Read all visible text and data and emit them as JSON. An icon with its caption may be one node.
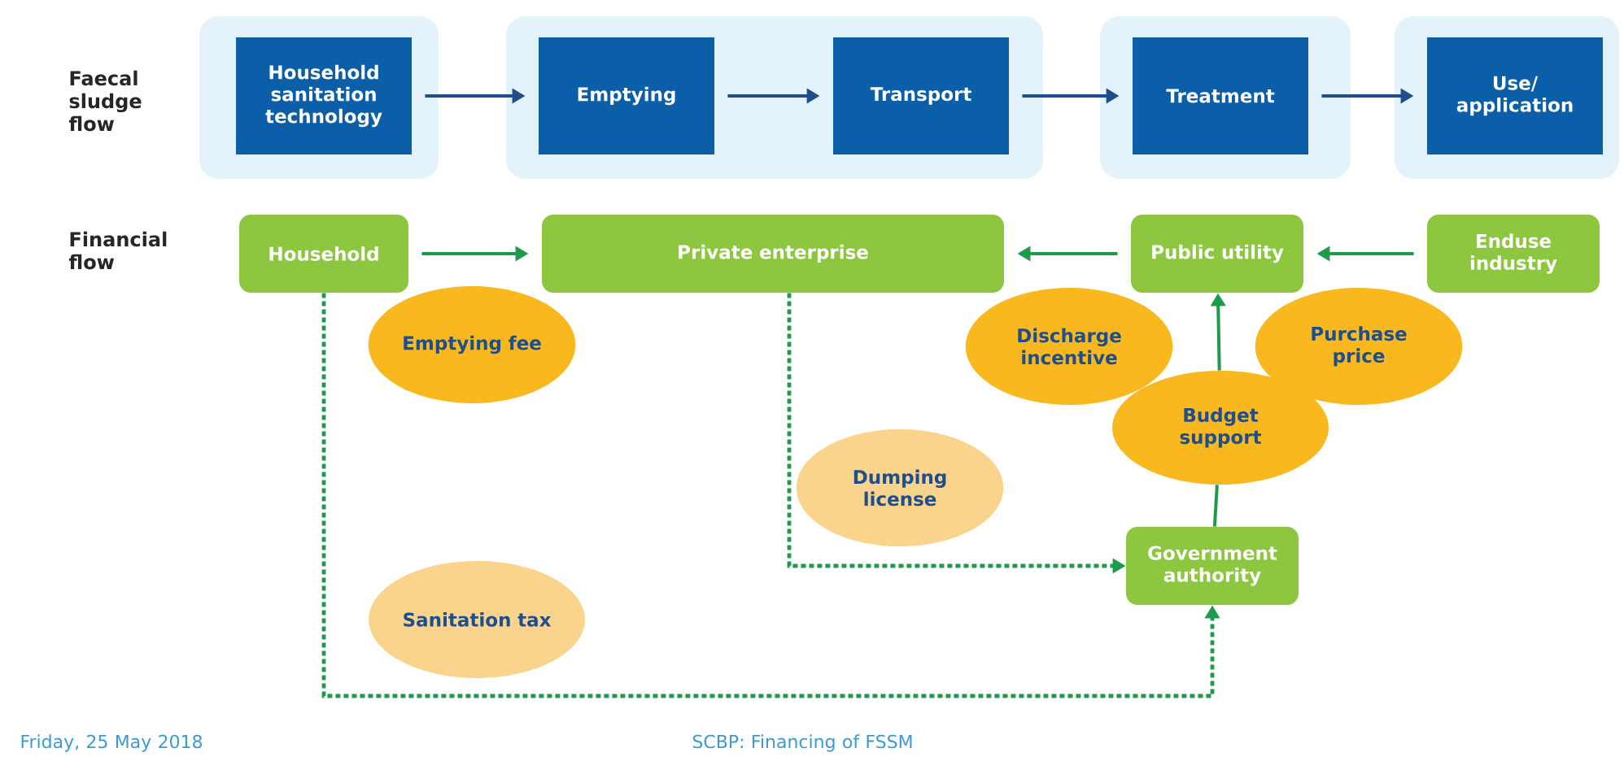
{
  "diagram": {
    "nodes": [
      {
        "text": [],
        "shape": "box"
      },
      {
        "text": [
          "Household sanitation technology"
        ],
        "in": 0
      },
      {
        "text": [],
        "shape": "box"
      },
      {
        "text": [
          "Emptying"
        ],
        "in": 2
      },
      {
        "text": [
          "Transport"
        ],
        "in": 2
      },
      {
        "text": [],
        "shape": "box"
      },
      {
        "text": [
          "Treatment"
        ],
        "in": 5
      },
      {
        "text": [],
        "shape": "box"
      },
      {
        "text": [
          "Use/ application"
        ],
        "in": 7
      },
      {
        "text": [
          "Household"
        ]
      },
      {
        "text": [
          "Private enterprise"
        ]
      },
      {
        "text": [
          "Public utility"
        ]
      },
      {
        "text": [
          "Enduse industry"
        ]
      },
      {
        "text": [
          "Emptying fee"
        ]
      },
      {
        "text": [
          "Discharge incentive"
        ]
      },
      {
        "text": [
          "Purchase price"
        ]
      },
      {
        "text": [
          "Budget support"
        ]
      },
      {
        "text": [
          "Dumping license"
        ]
      },
      {
        "text": [
          "Government authority"
        ]
      },
      {
        "text": [
          "Sanitation tax"
        ]
      }
    ],
    "edges": [
      {
        "from": 1,
        "to": 3,
        "arrow": "to",
        "color": "#1f4e8c"
      },
      {
        "from": 3,
        "to": 4,
        "arrow": "to",
        "color": "#1f4e8c"
      },
      {
        "from": 4,
        "to": 6,
        "arrow": "to",
        "color": "#1f4e8c"
      },
      {
        "from": 6,
        "to": 8,
        "arrow": "to",
        "color": "#1f4e8c"
      },
      {
        "from": 9,
        "to": 10,
        "arrow": "to"
      },
      {
        "from": 11,
        "to": 10,
        "arrow": "to"
      },
      {
        "from": 12,
        "to": 11,
        "arrow": "to"
      },
      {
        "from": 18,
        "to": 16,
        "arrow": "none"
      },
      {
        "from": 16,
        "to": 11,
        "arrow": "to"
      },
      {
        "from": 10,
        "to": 18,
        "arrow": "to",
        "style": "dashed"
      },
      {
        "from": 9,
        "to": 18,
        "arrow": "to",
        "style": "dashed"
      }
    ],
    "labels": [
      "Faecal sludge flow",
      "Financial flow",
      "Friday, 25 May 2018",
      "SCBP: Financing of FSSM"
    ]
  }
}
